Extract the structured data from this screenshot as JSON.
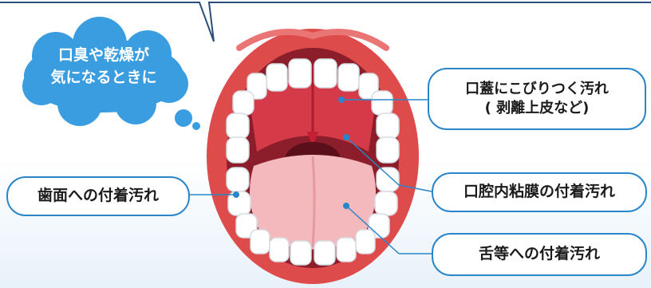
{
  "thought_bubble": {
    "line1": "口臭や乾燥が",
    "line2": "気になるときに"
  },
  "labels": {
    "palate_line1": "口蓋にこびりつく汚れ",
    "palate_line2": "( 剥離上皮など)",
    "mucosa": "口腔内粘膜の付着汚れ",
    "tongue": "舌等への付着汚れ",
    "teeth": "歯面への付着汚れ"
  },
  "colors": {
    "accent_blue": "#2a86c9",
    "cloud_blue": "#3a9de0",
    "lip_red": "#de4b4b",
    "tongue_pink": "#f3b9bd"
  }
}
